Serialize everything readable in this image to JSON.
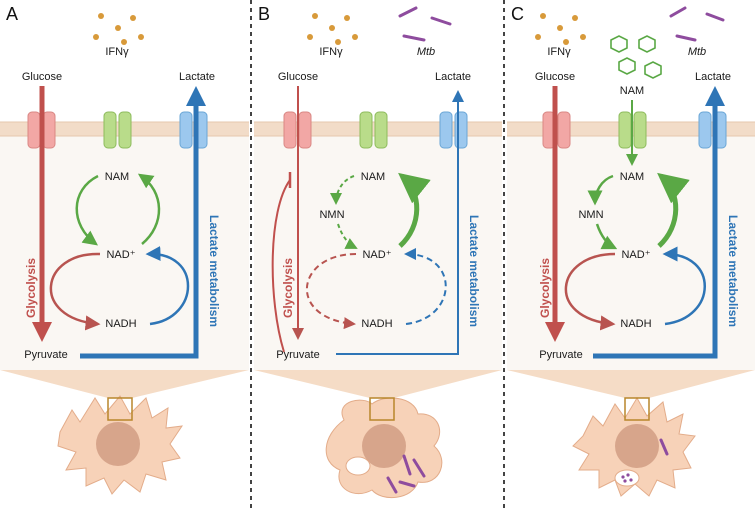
{
  "colors": {
    "glycolysis": "#c0504d",
    "glycolysis_arrow": "#b85450",
    "lactate": "#2e75b6",
    "nam_cycle": "#5aa845",
    "membrane": "#f2dcc8",
    "cell_fill": "#f7d2b8",
    "nucleus": "#d7a58b",
    "ifn_dot": "#d89a3a",
    "mtb": "#8e4c9e"
  },
  "icons": {
    "glut_channel": "glucose-transporter-icon",
    "nam_channel": "nam-transporter-icon",
    "lactate_channel": "lactate-transporter-icon"
  },
  "panels": [
    {
      "letter": "A",
      "ifn_label": "IFNγ",
      "mtb_label": "",
      "glucose": "Glucose",
      "lactate": "Lactate",
      "nam": "NAM",
      "nmn": "",
      "nad": "NAD⁺",
      "nadh": "NADH",
      "pyruvate": "Pyruvate",
      "glycolysis": "Glycolysis",
      "lactate_metabolism": "Lactate metabolism"
    },
    {
      "letter": "B",
      "ifn_label": "IFNγ",
      "mtb_label": "Mtb",
      "glucose": "Glucose",
      "lactate": "Lactate",
      "nam": "NAM",
      "nmn": "NMN",
      "nad": "NAD⁺",
      "nadh": "NADH",
      "pyruvate": "Pyruvate",
      "glycolysis": "Glycolysis",
      "lactate_metabolism": "Lactate metabolism"
    },
    {
      "letter": "C",
      "ifn_label": "IFNγ",
      "mtb_label": "Mtb",
      "nam_top": "NAM",
      "glucose": "Glucose",
      "lactate": "Lactate",
      "nam": "NAM",
      "nmn": "NMN",
      "nad": "NAD⁺",
      "nadh": "NADH",
      "pyruvate": "Pyruvate",
      "glycolysis": "Glycolysis",
      "lactate_metabolism": "Lactate metabolism"
    }
  ]
}
